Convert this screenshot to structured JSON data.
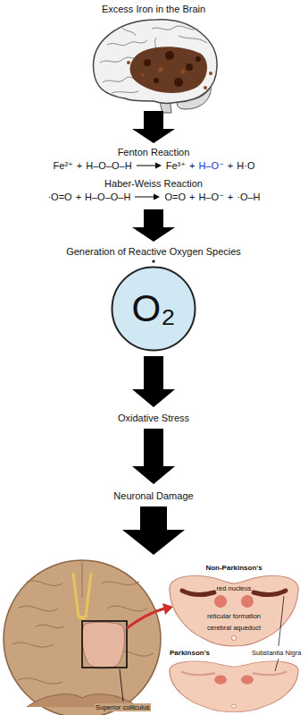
{
  "diagram": {
    "title": "Excess Iron in the Brain",
    "nodes": [
      {
        "text": [
          "O₂"
        ]
      }
    ],
    "labels": [
      "Fenton Reaction",
      "Fe²⁺",
      "+",
      "H–O–O–H",
      "Fe³⁺",
      "+",
      "H–O⁻",
      "+",
      "H·O",
      "Haber-Weiss Reaction",
      "·O=O",
      "+",
      "H–O–O–H",
      "O=O",
      "+",
      "H–O⁻",
      "+",
      "·O–H",
      "Generation of Reactive Oxygen Species",
      "Oxidative Stress",
      "Neuronal Damage",
      "Non-Parkinson's",
      "red nucleus",
      "reticular formation",
      "cerebral aqueduct",
      "Substantia Nigra",
      "Parkinson's",
      "Superior colliculus"
    ]
  }
}
